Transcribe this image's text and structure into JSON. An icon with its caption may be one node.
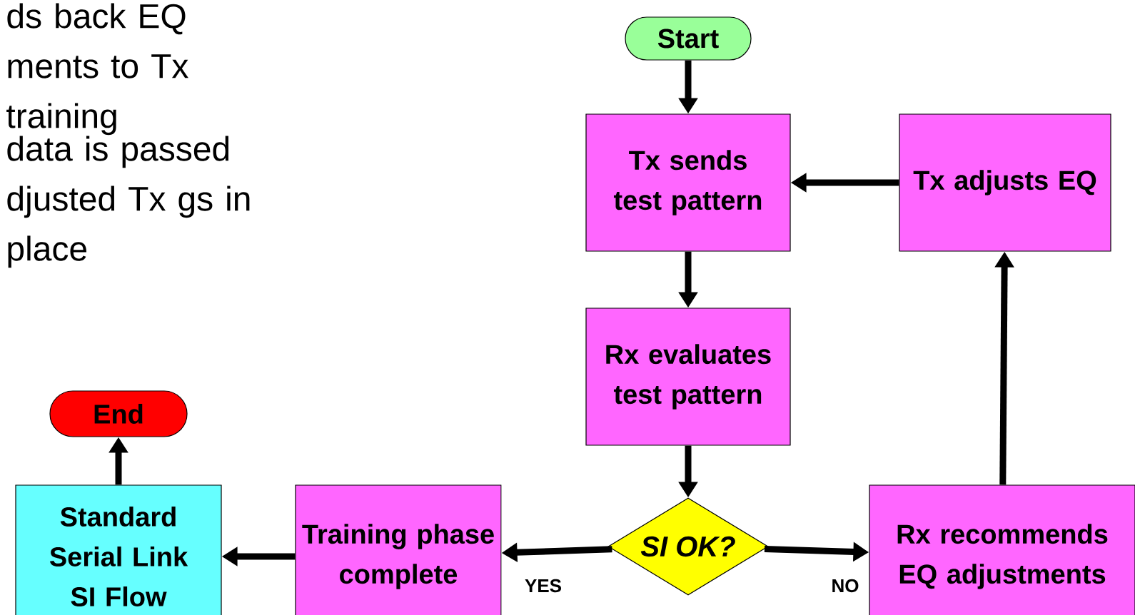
{
  "diagram": {
    "nodes": [
      {
        "text": [
          "Start"
        ]
      },
      {
        "text": [
          "Tx sends test pattern"
        ]
      },
      {
        "text": [
          "Tx adjusts EQ"
        ]
      },
      {
        "text": [
          "Rx evaluates test pattern"
        ]
      },
      {
        "text": [
          "SI OK?"
        ]
      },
      {
        "text": [
          "Rx recommends EQ adjustments"
        ]
      },
      {
        "text": [
          "Training phase complete"
        ]
      },
      {
        "text": [
          "Standard Serial Link SI Flow"
        ]
      },
      {
        "text": [
          "End"
        ]
      }
    ],
    "edges": [
      {
        "from": 0,
        "to": 1,
        "arrow": "to"
      },
      {
        "from": 1,
        "to": 3,
        "arrow": "to"
      },
      {
        "from": 3,
        "to": 4,
        "arrow": "to"
      },
      {
        "from": 4,
        "to": 6,
        "arrow": "to",
        "label": "YES"
      },
      {
        "from": 4,
        "to": 5,
        "arrow": "to",
        "label": "NO"
      },
      {
        "from": 5,
        "to": 2,
        "arrow": "to"
      },
      {
        "from": 2,
        "to": 1,
        "arrow": "to"
      },
      {
        "from": 6,
        "to": 7,
        "arrow": "to"
      },
      {
        "from": 7,
        "to": 8,
        "arrow": "to"
      }
    ],
    "labels": [
      "ds back EQ ments to Tx training",
      "data is passed djusted Tx gs in place"
    ]
  }
}
